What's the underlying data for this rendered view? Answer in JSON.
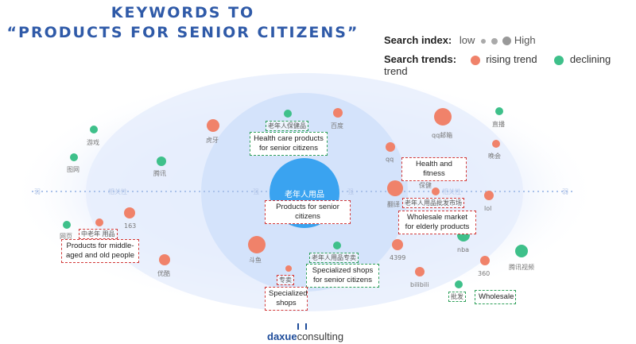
{
  "title": {
    "line1": "KEYWORDS TO",
    "line2": "“PRODUCTS FOR SENIOR CITIZENS”"
  },
  "legend": {
    "index_label": "Search index:",
    "index_low": "low",
    "index_high": "High",
    "trend_label": "Search trends:",
    "rising": "rising trend",
    "declining": "declining trend",
    "rising_color": "#f0826a",
    "declining_color": "#3ec08a"
  },
  "center": {
    "cn": "老年人用品",
    "en": "Products for senior citizens"
  },
  "nodes": [
    {
      "id": "youxi",
      "label": "游戏",
      "trend": "declining"
    },
    {
      "id": "tuwang",
      "label": "图网",
      "trend": "declining"
    },
    {
      "id": "huya",
      "label": "虎牙",
      "trend": "rising"
    },
    {
      "id": "tengxun",
      "label": "腾讯",
      "trend": "declining"
    },
    {
      "id": "baojianpin",
      "label": "老年人保健品",
      "trend": "declining"
    },
    {
      "id": "baidu",
      "label": "百度",
      "trend": "rising"
    },
    {
      "id": "qqyouxiang",
      "label": "qq邮箱",
      "trend": "rising"
    },
    {
      "id": "zhibo",
      "label": "直播",
      "trend": "declining"
    },
    {
      "id": "wanhui",
      "label": "晚会",
      "trend": "rising"
    },
    {
      "id": "qq",
      "label": "qq",
      "trend": "rising"
    },
    {
      "id": "baojian",
      "label": "保健",
      "trend": "rising"
    },
    {
      "id": "fanyi",
      "label": "翻译",
      "trend": "rising"
    },
    {
      "id": "pifa_market",
      "label": "老年人用品批发市场",
      "trend": "rising"
    },
    {
      "id": "lol",
      "label": "lol",
      "trend": "rising"
    },
    {
      "id": "wangye",
      "label": "网页",
      "trend": "declining"
    },
    {
      "id": "zhonglaonian",
      "label": "中老年 用品",
      "trend": "rising"
    },
    {
      "id": "n163",
      "label": "163",
      "trend": "rising"
    },
    {
      "id": "douyu",
      "label": "斗鱼",
      "trend": "rising"
    },
    {
      "id": "youku",
      "label": "优酷",
      "trend": "rising"
    },
    {
      "id": "zhuanmai",
      "label": "专卖",
      "trend": "rising"
    },
    {
      "id": "zhuanmaidian",
      "label": "老年人用品专卖",
      "trend": "declining"
    },
    {
      "id": "n4399",
      "label": "4399",
      "trend": "rising"
    },
    {
      "id": "bilibili",
      "label": "bilibili",
      "trend": "rising"
    },
    {
      "id": "nba",
      "label": "nba",
      "trend": "declining"
    },
    {
      "id": "n360",
      "label": "360",
      "trend": "rising"
    },
    {
      "id": "tengxunshipin",
      "label": "腾讯视频",
      "trend": "declining"
    },
    {
      "id": "pifa",
      "label": "批发",
      "trend": "declining"
    }
  ],
  "boxes": {
    "health_care": "Health care products for senior citizens",
    "health_fitness": "Health and fitness",
    "wholesale_market": "Wholesale market for elderly products",
    "middle_aged": "Products for middle-aged and old people",
    "specialized_shops_senior": "Specialized shops for senior citizens",
    "specialized_shops": "Specialized shops",
    "wholesale": "Wholesale"
  },
  "axis": {
    "left": "弱",
    "left_mid": "相关性",
    "center_left": "强",
    "center_right": "强",
    "right_mid": "相关性",
    "right": "弱"
  },
  "logo": {
    "bold": "daxue",
    "rest": "consulting"
  }
}
